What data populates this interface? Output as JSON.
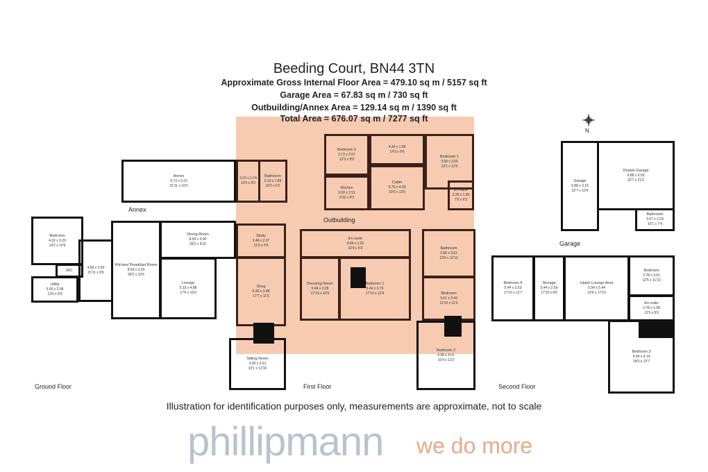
{
  "title": "Beeding Court, BN44 3TN",
  "areas": [
    "Approximate Gross Internal Floor Area = 479.10 sq m / 5157 sq ft",
    "Garage Area = 67.83 sq m / 730 sq ft",
    "Outbuilding/Annex Area = 129.14 sq m / 1390 sq ft",
    "Total Area = 676.07 sq m / 7277 sq ft"
  ],
  "compass": "N",
  "watermark": {
    "brand": "phillipmann",
    "tagline": "we do more"
  },
  "sections": {
    "annex": "Annex",
    "outbuilding": "Outbuilding",
    "ground": "Ground Floor",
    "first": "First Floor",
    "garage": "Garage",
    "second": "Second Floor"
  },
  "rooms": {
    "annex": {
      "n": "Annex",
      "m": "9.73 x 3.10",
      "i": "31'11 x 10'2"
    },
    "annex_room": {
      "n": "",
      "m": "3.10 x 2.74",
      "i": "10'2 x 9'0"
    },
    "annex_bath": {
      "n": "Bathroom",
      "m": "3.10 x 1.88",
      "i": "10'2 x 6'2"
    },
    "ob_bed2": {
      "n": "Bedroom 2",
      "m": "3.73 x 2.67",
      "i": "12'3 x 8'9"
    },
    "ob_hall": {
      "n": "",
      "m": "4.34 x 1.98",
      "i": "14'3 x 6'6"
    },
    "ob_bed1": {
      "n": "Bedroom 1",
      "m": "3.99 x 3.66",
      "i": "13'1 x 12'0"
    },
    "ob_kitchen": {
      "n": "Kitchen",
      "m": "3.00 x 2.51",
      "i": "9'10 x 8'3"
    },
    "ob_cabin": {
      "n": "Cabin",
      "m": "5.79 x 4.09",
      "i": "19'0 x 13'5"
    },
    "ob_ensuite": {
      "n": "En-suite",
      "m": "2.30 x 1.90",
      "i": "7'6 x 6'3"
    },
    "gf_bed": {
      "n": "Bedroom",
      "m": "4.32 x 3.20",
      "i": "14'2 x 10'6"
    },
    "gf_utility": {
      "n": "Utility",
      "m": "3.96 x 2.08",
      "i": "13'0 x 6'9"
    },
    "gf_wc": {
      "n": "WC",
      "m": "",
      "i": ""
    },
    "gf_hall": {
      "n": "",
      "m": "4.85 x 2.90",
      "i": "15'11 x 9'6"
    },
    "gf_kitchen": {
      "n": "Kitchen/ Breakfast Room",
      "m": "8.59 x 3.20",
      "i": "28'2 x 10'6"
    },
    "gf_dining": {
      "n": "Dining Room",
      "m": "8.59 x 3.00",
      "i": "28'2 x 9'10"
    },
    "gf_lounge": {
      "n": "Lounge",
      "m": "5.33 x 4.88",
      "i": "17'6 x 16'0"
    },
    "ff_study": {
      "n": "Study",
      "m": "3.48 x 2.97",
      "i": "11'5 x 9'9"
    },
    "ff_snug": {
      "n": "Snug",
      "m": "5.36 x 3.48",
      "i": "17'7 x 11'5"
    },
    "ff_sitting": {
      "n": "Sitting Room",
      "m": "4.90 x 3.91",
      "i": "16'1 x 12'10"
    },
    "ff_ensuite": {
      "n": "En-suite",
      "m": "9.86 x 1.52",
      "i": "32'4 x 5'0"
    },
    "ff_dressing": {
      "n": "Dressing Room",
      "m": "5.44 x 3.28",
      "i": "17'10 x 10'9"
    },
    "ff_bed1": {
      "n": "Bedroom 1",
      "m": "5.44 x 3.76",
      "i": "17'10 x 12'4"
    },
    "ff_bath": {
      "n": "Bathroom",
      "m": "3.96 x 3.61",
      "i": "13'0 x 11'10"
    },
    "ff_bed": {
      "n": "Bedroom",
      "m": "3.61 x 3.43",
      "i": "11'10 x 11'3"
    },
    "ff_bed2": {
      "n": "Bedroom 2",
      "m": "4.98 x 4.01",
      "i": "16'4 x 13'2"
    },
    "g_garage": {
      "n": "Garage",
      "m": "6.88 x 3.15",
      "i": "22'7 x 10'4"
    },
    "g_double": {
      "n": "Double Garage",
      "m": "6.88 x 6.55",
      "i": "22'7 x 21'6"
    },
    "g_bath": {
      "n": "Bathroom",
      "m": "3.07 x 2.24",
      "i": "10'1 x 7'4"
    },
    "sf_bed4": {
      "n": "Bedroom 4",
      "m": "5.44 x 3.53",
      "i": "17'10 x 11'7"
    },
    "sf_storage": {
      "n": "Storage",
      "m": "5.44 x 2.59",
      "i": "17'10 x 8'6"
    },
    "sf_lounge": {
      "n": "Upper Lounge Area",
      "m": "5.94 x 5.44",
      "i": "19'6 x 17'10"
    },
    "sf_bed": {
      "n": "Bedroom",
      "m": "3.78 x 3.61",
      "i": "12'5 x 11'10"
    },
    "sf_ensuite": {
      "n": "En-suite",
      "m": "3.78 x 1.98",
      "i": "12'5 x 6'6"
    },
    "sf_bed3": {
      "n": "Bedroom 3",
      "m": "5.49 x 4.14",
      "i": "18'0 x 13'7"
    }
  },
  "footer": "Illustration for identification purposes only, measurements are approximate, not to scale"
}
